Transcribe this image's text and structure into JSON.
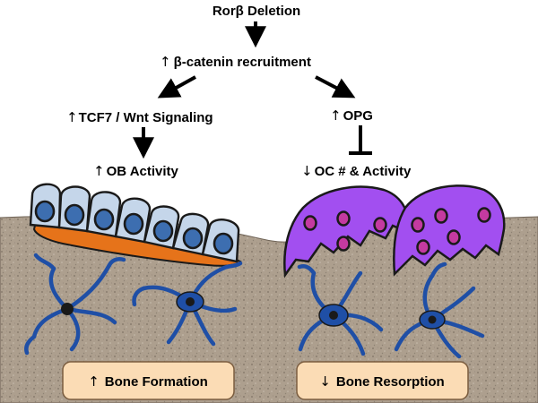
{
  "labels": {
    "ror_beta_deletion": "Rorβ Deletion",
    "beta_catenin": "β-catenin recruitment",
    "tcf7_wnt": "TCF7 / Wnt Signaling",
    "opg": "OPG",
    "ob_activity": "OB Activity",
    "oc_activity": "OC # & Activity",
    "bone_formation": "Bone Formation",
    "bone_resorption": "Bone Resorption"
  },
  "symbols": {
    "increase": "↑",
    "decrease": "↓"
  },
  "colors": {
    "bone_fill": "#ad9f8e",
    "osteoblast_fill": "#c5d6ea",
    "osteoblast_nucleus": "#3d6eb0",
    "osteoid_fill": "#e6731a",
    "osteoclast_fill": "#a24ff0",
    "osteoclast_nucleus": "#c43aa0",
    "osteocyte_fill": "#1f4fa6",
    "box_fill": "#fbdcb5",
    "box_border": "#7a5c3e"
  }
}
